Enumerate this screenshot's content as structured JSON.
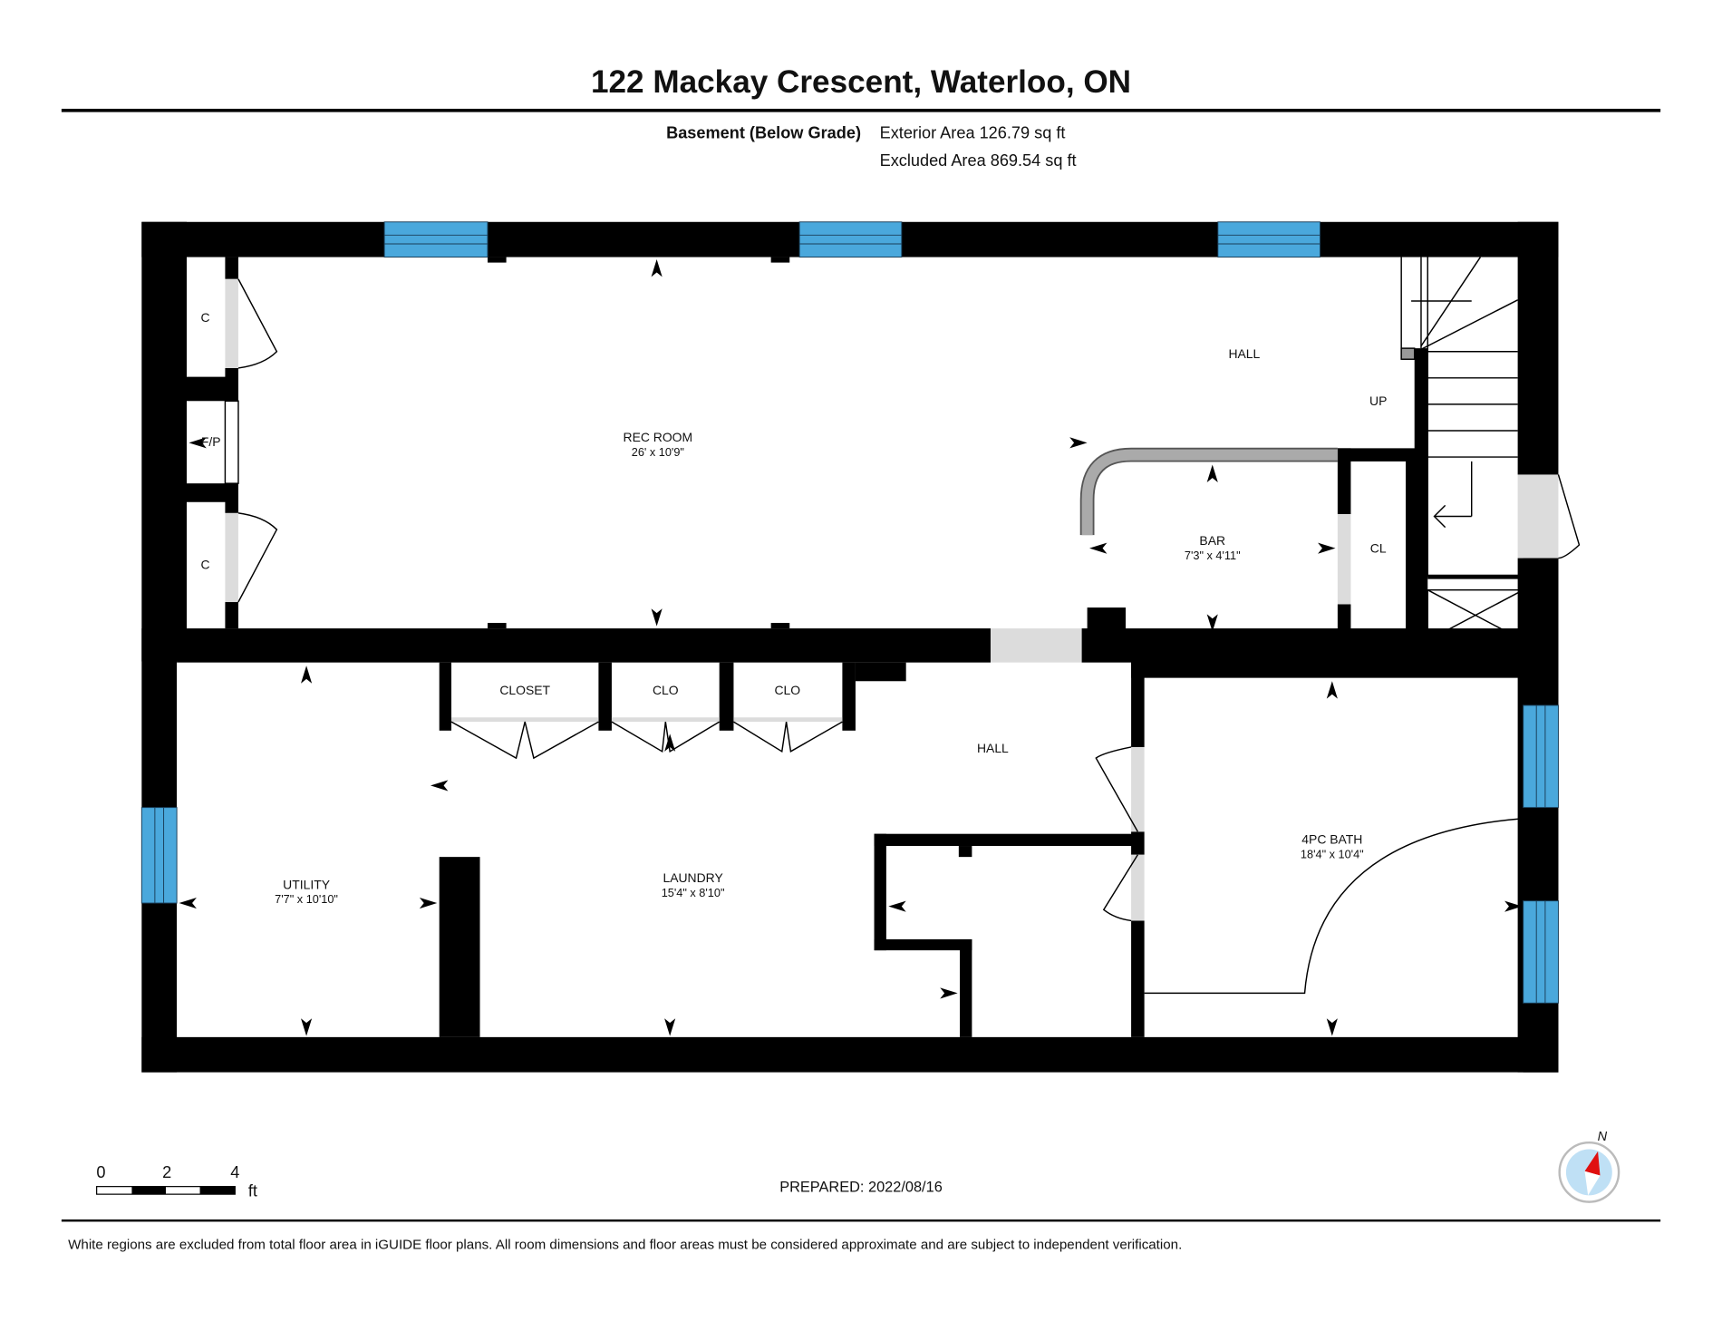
{
  "title": "122 Mackay Crescent, Waterloo, ON",
  "floor": {
    "name": "Basement (Below Grade)",
    "exterior_area": "Exterior Area 126.79 sq ft",
    "excluded_area": "Excluded Area 869.54 sq ft"
  },
  "rooms": {
    "rec_room": {
      "name": "REC ROOM",
      "dims": "26' x 10'9\""
    },
    "hall_upper": {
      "name": "HALL"
    },
    "up": "UP",
    "bar": {
      "name": "BAR",
      "dims": "7'3\" x 4'11\""
    },
    "cl": "CL",
    "closet_c1": "C",
    "closet_c2": "C",
    "fp": "F/P",
    "closet": "CLOSET",
    "clo1": "CLO",
    "clo2": "CLO",
    "hall_lower": {
      "name": "HALL"
    },
    "utility": {
      "name": "UTILITY",
      "dims": "7'7\" x 10'10\""
    },
    "laundry": {
      "name": "LAUNDRY",
      "dims": "15'4\" x 8'10\""
    },
    "bath": {
      "name": "4PC BATH",
      "dims": "18'4\" x 10'4\""
    }
  },
  "scale": {
    "t0": "0",
    "t2": "2",
    "t4": "4",
    "unit": "ft"
  },
  "compass": {
    "label": "N"
  },
  "prepared": "PREPARED: 2022/08/16",
  "disclaimer": "White regions are excluded from total floor area in iGUIDE floor plans. All room dimensions and floor areas must be considered approximate and are subject to independent verification.",
  "colors": {
    "wall": "#000000",
    "window": "#4aa8dc",
    "door": "#dcdcdc",
    "compass_red": "#e01010",
    "compass_blue": "#bfe0f5"
  }
}
